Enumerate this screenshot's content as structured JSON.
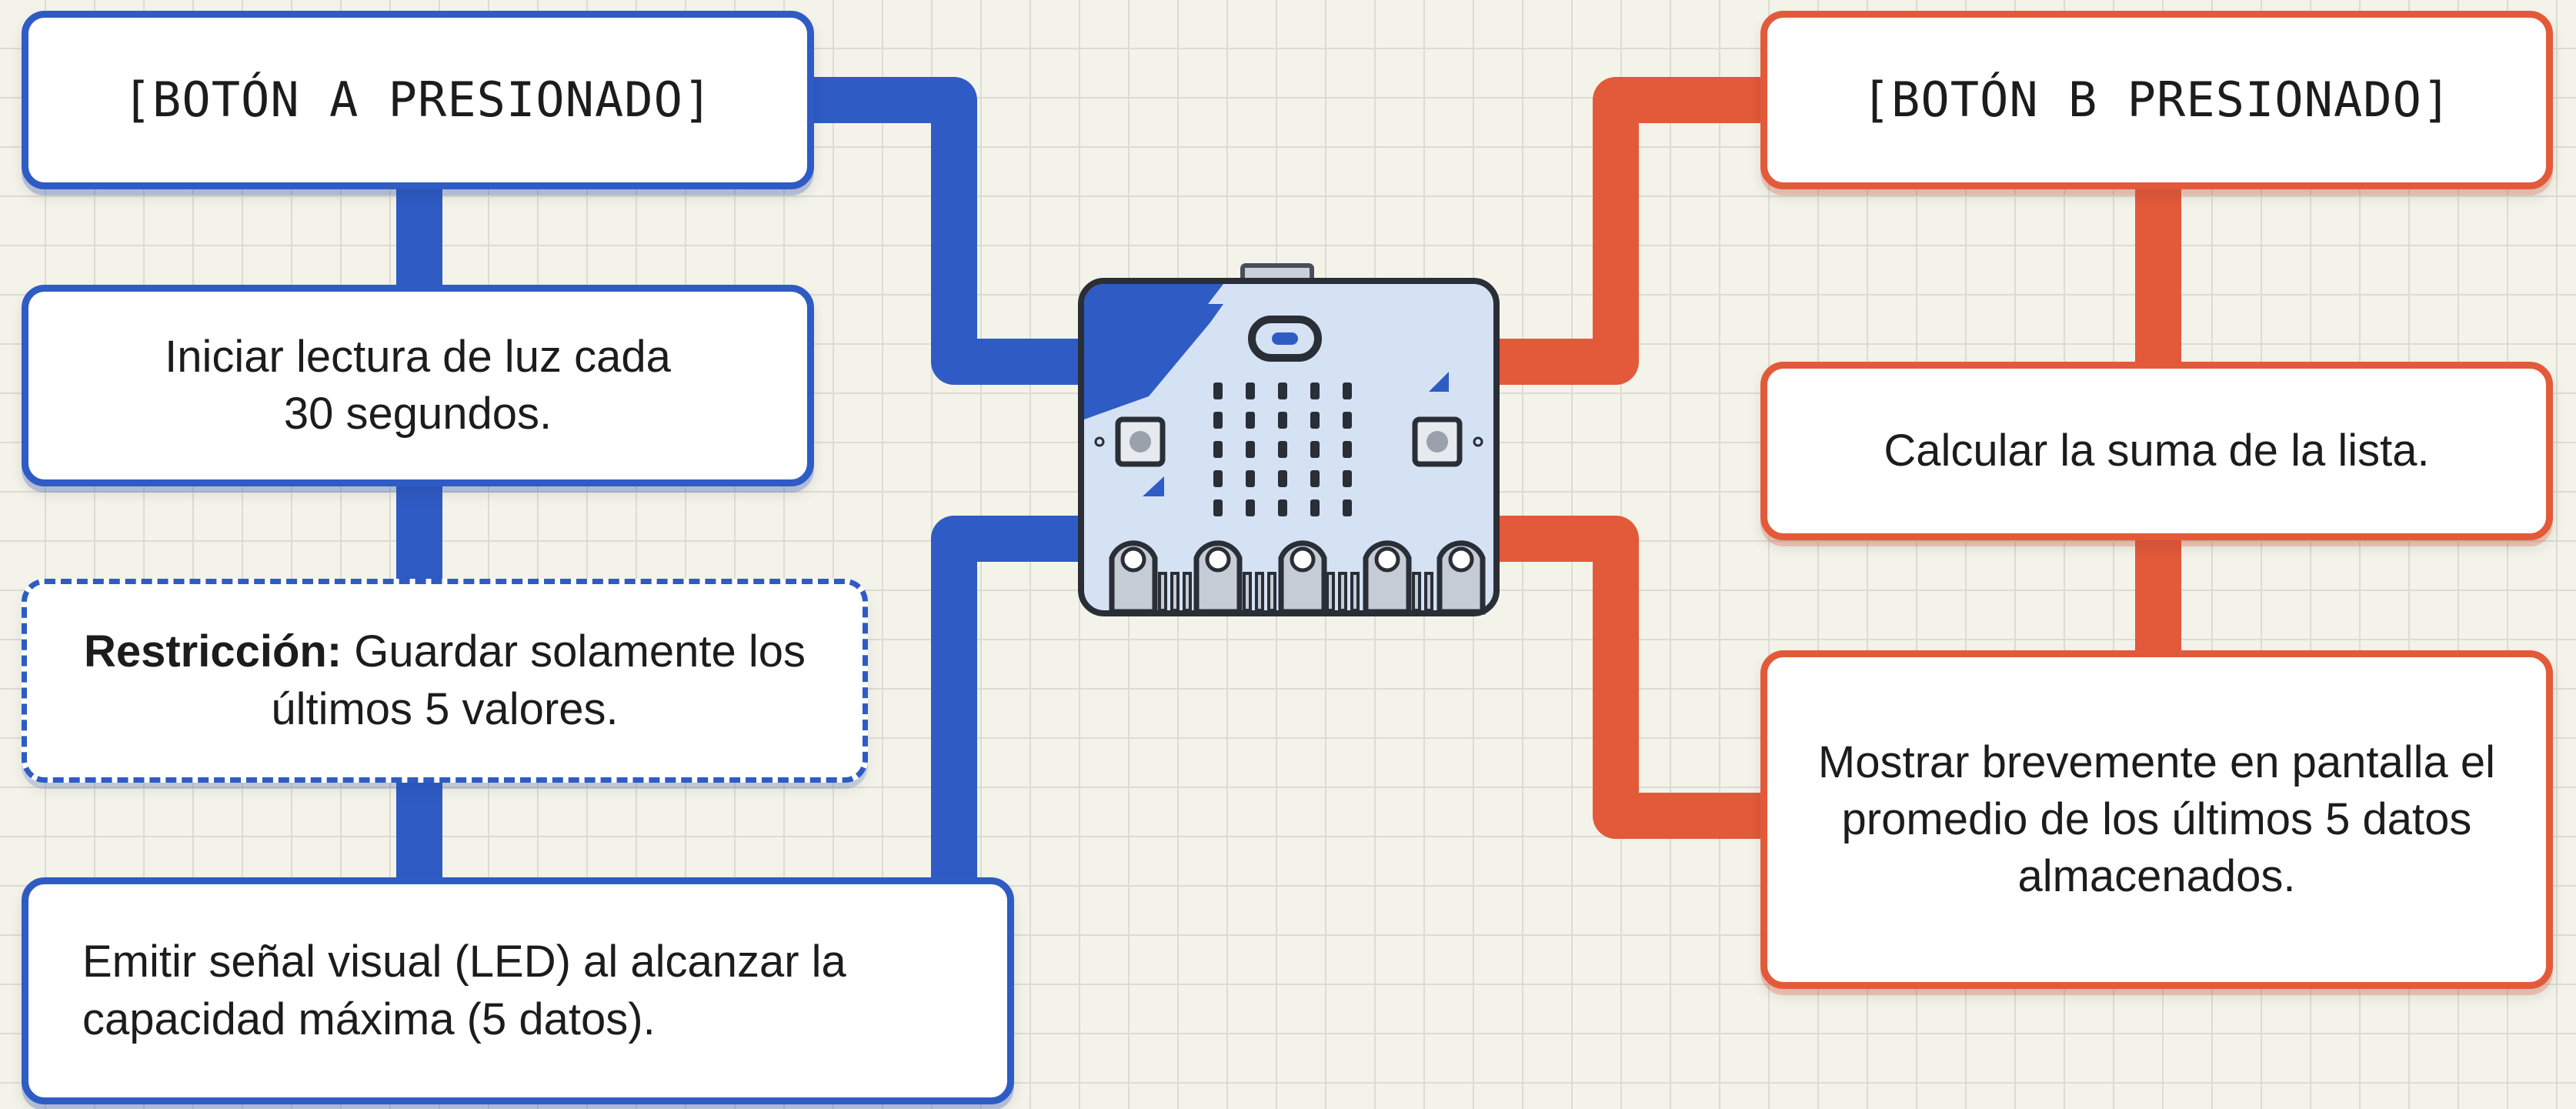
{
  "left_branch": {
    "trigger": "[BOTÓN A PRESIONADO]",
    "step1": "Iniciar lectura de luz cada 30 segundos.",
    "restriction_label": "Restricción:",
    "restriction_text": " Guardar solamente los últimos 5 valores.",
    "step3": "Emitir señal visual (LED) al alcanzar la capacidad máxima (5 datos)."
  },
  "right_branch": {
    "trigger": "[BOTÓN B PRESIONADO]",
    "step1": "Calcular la suma de la lista.",
    "step2": "Mostrar brevemente en pantalla el promedio de los últimos 5 datos almacenados."
  },
  "colors": {
    "left_accent": "#2f5bc4",
    "right_accent": "#e35a3a",
    "board_fill": "#d5e2f4",
    "background": "#f4f3ea"
  },
  "icons": [
    "microbit-board-icon"
  ]
}
